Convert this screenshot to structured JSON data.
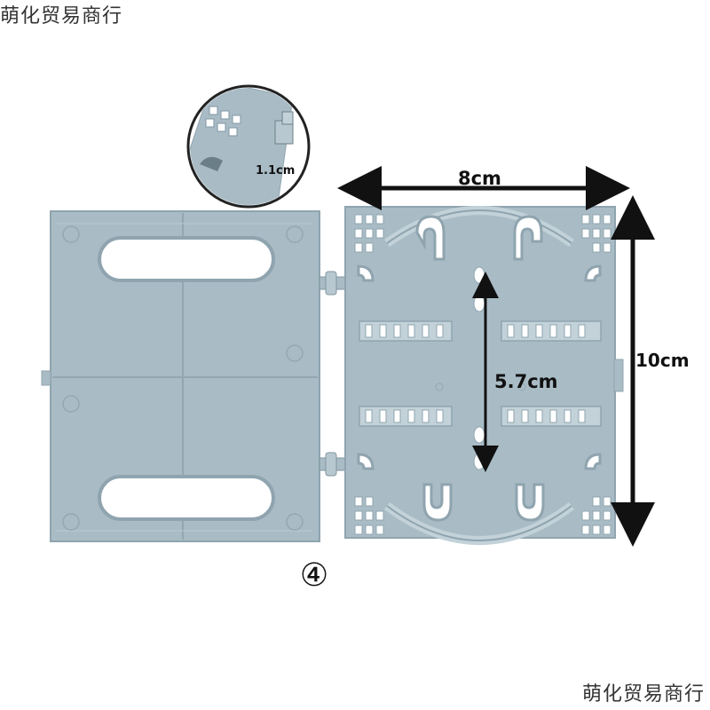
{
  "watermark_top": "萌化贸易商行",
  "watermark_bottom": "萌化贸易商行",
  "dimensions": {
    "width_label": "8cm",
    "height_label": "10cm",
    "inner_label": "5.7cm",
    "detail_label": "1.1cm"
  },
  "panel_number": "④",
  "colors": {
    "plastic": "#a9bcc6",
    "plastic_dark": "#8fa4af",
    "plastic_light": "#c3d2d9",
    "arrow": "#111111"
  }
}
